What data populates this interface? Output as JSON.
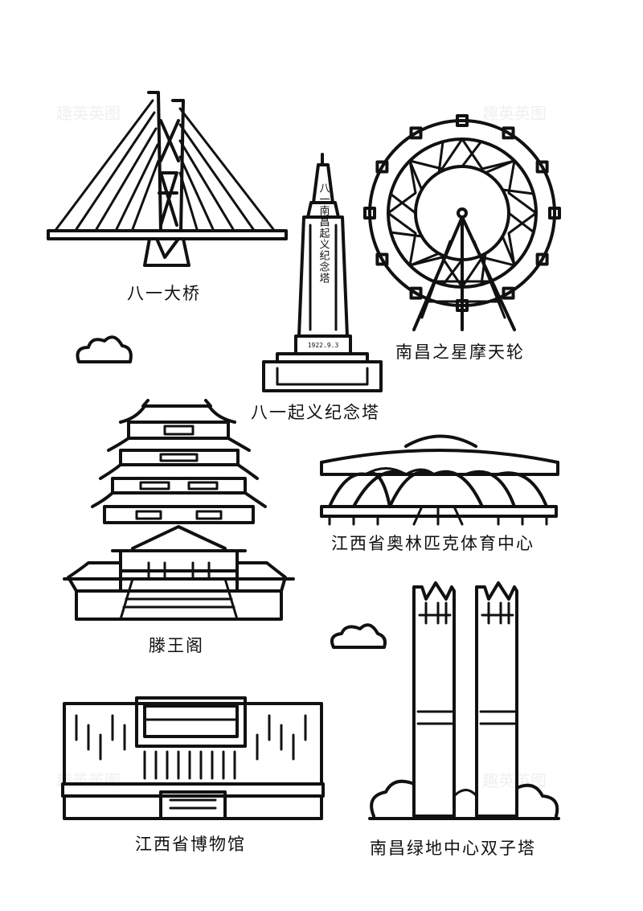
{
  "colors": {
    "ink": "#111111",
    "background": "#ffffff",
    "watermark": "#f0f0f0"
  },
  "watermark": "趣英英图",
  "landmarks": {
    "bayi_bridge": "八一大桥",
    "bayi_tower": "八一起义纪念塔",
    "ferris_wheel": "南昌之星摩天轮",
    "olympic_center": "江西省奥林匹克体育中心",
    "tengwang_pavilion": "滕王阁",
    "museum": "江西省博物馆",
    "greenland_towers": "南昌绿地中心双子塔"
  },
  "tower_inscription": "八一南昌起义纪念塔",
  "tower_date": "1922.9.3"
}
